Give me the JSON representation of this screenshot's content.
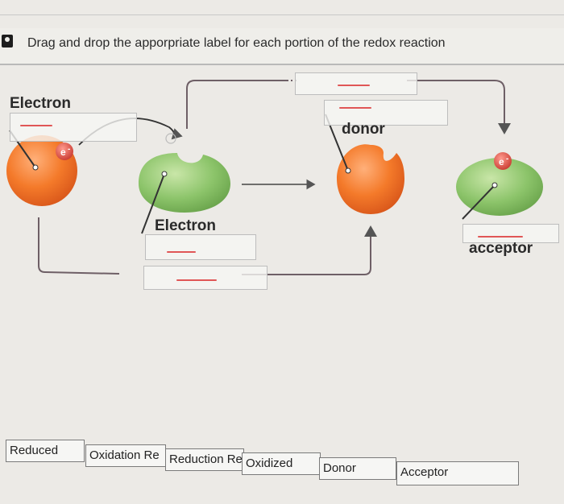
{
  "question": {
    "prompt": "Drag and drop the apporpriate label for each portion of the redox reaction"
  },
  "diagram": {
    "electron_symbol": "e",
    "electron_charge": "-",
    "labels": {
      "electron_top_left": "Electron",
      "electron_middle": "Electron",
      "donor": "donor",
      "acceptor": "acceptor"
    }
  },
  "label_tray": [
    {
      "text": "Reduced"
    },
    {
      "text": "Oxidation Re"
    },
    {
      "text": "Reduction Re"
    },
    {
      "text": "Oxidized"
    },
    {
      "text": "Donor"
    },
    {
      "text": "Acceptor"
    }
  ],
  "colors": {
    "orange": "#f47a2a",
    "green": "#8cc46a",
    "electron": "#e2534a",
    "blank_mark": "#e05656"
  }
}
